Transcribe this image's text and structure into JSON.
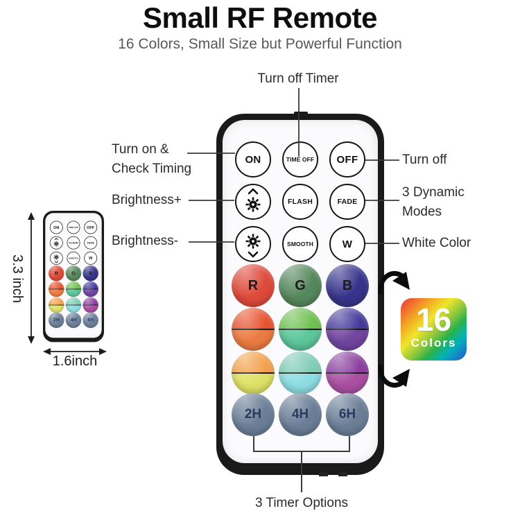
{
  "header": {
    "title": "Small RF Remote",
    "subtitle": "16 Colors, Small Size but Powerful Function"
  },
  "labels": {
    "turn_off_timer": "Turn off Timer",
    "turn_on_line1": "Turn on &",
    "turn_on_line2": "Check Timing",
    "brightness_plus": "Brightness+",
    "brightness_minus": "Brightness-",
    "turn_off": "Turn off",
    "dynamic_line1": "3 Dynamic",
    "dynamic_line2": "Modes",
    "white_color": "White Color",
    "timer_options": "3 Timer Options"
  },
  "dimensions": {
    "height_label": "3.3 inch",
    "width_label": "1.6inch"
  },
  "badge": {
    "number": "16",
    "label": "Colors"
  },
  "colors": {
    "remote_body": "#1a1a1a",
    "remote_face": "#fbfbfd",
    "annotation_line": "#3a3a3a",
    "timer_button": "#6b7e97",
    "timer_text": "#2a3a5f"
  },
  "remote": {
    "rows": [
      {
        "type": "function",
        "buttons": [
          {
            "name": "on-button",
            "label": "ON"
          },
          {
            "name": "time-off-button",
            "label": "TIME OFF"
          },
          {
            "name": "off-button",
            "label": "OFF"
          }
        ]
      },
      {
        "type": "function",
        "buttons": [
          {
            "name": "brightness-up-button",
            "icon": "brightness-up"
          },
          {
            "name": "flash-button",
            "label": "FLASH"
          },
          {
            "name": "fade-button",
            "label": "FADE"
          }
        ]
      },
      {
        "type": "function",
        "buttons": [
          {
            "name": "brightness-down-button",
            "icon": "brightness-down"
          },
          {
            "name": "smooth-button",
            "label": "SMOOTH"
          },
          {
            "name": "white-button",
            "label": "W"
          }
        ]
      },
      {
        "type": "color",
        "buttons": [
          {
            "name": "red-button",
            "label": "R",
            "color": "#de4a3a"
          },
          {
            "name": "green-button",
            "label": "G",
            "color": "#55875c"
          },
          {
            "name": "blue-button",
            "label": "B",
            "color": "#37348b"
          }
        ]
      },
      {
        "type": "color",
        "buttons": [
          {
            "name": "color-button-red-orange",
            "top": "#e7532f",
            "bottom": "#ec7b43"
          },
          {
            "name": "color-button-green-mint",
            "top": "#6ec050",
            "bottom": "#5ec69b"
          },
          {
            "name": "color-button-indigo-purple",
            "top": "#45399a",
            "bottom": "#7246a0"
          }
        ]
      },
      {
        "type": "color",
        "buttons": [
          {
            "name": "color-button-orange-yellow",
            "top": "#f2a14b",
            "bottom": "#dfe167"
          },
          {
            "name": "color-button-teal-cyan",
            "top": "#7fccb4",
            "bottom": "#8edde2"
          },
          {
            "name": "color-button-violet-magenta",
            "top": "#8a3f9f",
            "bottom": "#aa4fa1"
          }
        ]
      },
      {
        "type": "timer",
        "buttons": [
          {
            "name": "timer-2h-button",
            "label": "2H",
            "color": "#6b7e97"
          },
          {
            "name": "timer-4h-button",
            "label": "4H",
            "color": "#6b7e97"
          },
          {
            "name": "timer-6h-button",
            "label": "6H",
            "color": "#6b7e97"
          }
        ]
      }
    ]
  }
}
